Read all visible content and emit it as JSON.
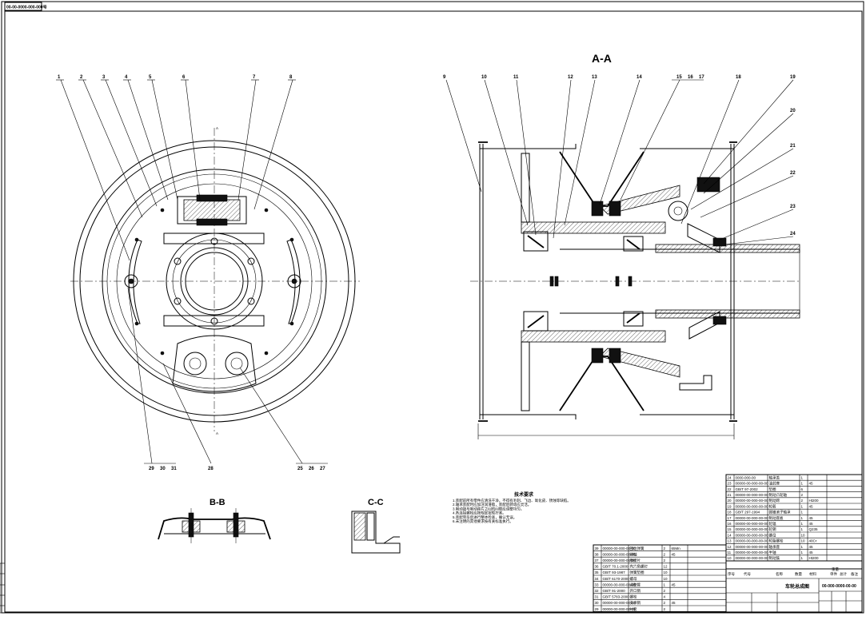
{
  "drawing": {
    "drawing_code": "00-00-0000-000-000号",
    "section_aa": "A-A",
    "section_bb": "B-B",
    "section_cc": "C-C",
    "tech_req_title": "技术要求",
    "tech_req_lines": [
      "1.装配前所有零件应清洗干净，不得有毛刺、飞边、氧化皮、锈蚀等缺陷。",
      "2.轴承装配时应加注润滑脂，装配后转动应灵活。",
      "3.制动鼓与制动蹄片之间的间隙应调整均匀。",
      "4.各连接螺栓应按规定扭矩拧紧。",
      "5.装配完毕后进行整体检查，确认无误。",
      "6.未注明的其他要求按有关标准执行。"
    ]
  },
  "front_view_labels": [
    "1",
    "2",
    "3",
    "4",
    "5",
    "6",
    "7",
    "8"
  ],
  "front_view_bottom_labels": [
    "29",
    "30",
    "31",
    "28",
    "25",
    "26",
    "27"
  ],
  "section_labels_top": [
    "9",
    "10",
    "11",
    "12",
    "13",
    "14",
    "15",
    "16",
    "17",
    "18",
    "19"
  ],
  "section_labels_right": [
    "20",
    "21",
    "22",
    "23",
    "24"
  ],
  "title_block": {
    "header": [
      "序号",
      "代号",
      "名称",
      "数量",
      "材料",
      "单件",
      "总计",
      "备注"
    ],
    "mass_header": "重量",
    "assembly_name": "车轮总成图",
    "drawing_number": "00-000-0000-00-00"
  },
  "bom_right": [
    {
      "no": "24",
      "code": "0000-000-00",
      "name": "轴承盖",
      "qty": "1",
      "mat": ""
    },
    {
      "no": "23",
      "code": "00000-00-000-00-00",
      "name": "油封座",
      "qty": "1",
      "mat": "45"
    },
    {
      "no": "22",
      "code": "GB/T 97-2002",
      "name": "垫圈",
      "qty": "6",
      "mat": ""
    },
    {
      "no": "21",
      "code": "00000-00-000-00-00",
      "name": "制动凸轮轴",
      "qty": "2",
      "mat": ""
    },
    {
      "no": "20",
      "code": "00000-00-000-00-00",
      "name": "制动蹄",
      "qty": "2",
      "mat": "Ht200"
    },
    {
      "no": "19",
      "code": "00000-00-000-00-00",
      "name": "轮毂",
      "qty": "1",
      "mat": "45"
    },
    {
      "no": "18",
      "code": "GB/T 297-1994",
      "name": "圆锥滚子轴承",
      "qty": "1",
      "mat": ""
    },
    {
      "no": "17",
      "code": "00000-00-000-00-00",
      "name": "制动底板",
      "qty": "1",
      "mat": "45"
    },
    {
      "no": "16",
      "code": "00000-00-000-00-00",
      "name": "轮辐",
      "qty": "1",
      "mat": "45"
    },
    {
      "no": "15",
      "code": "00000-00-000-00-00",
      "name": "轮辋",
      "qty": "1",
      "mat": "Q235"
    },
    {
      "no": "14",
      "code": "00000-00-000-00-00",
      "name": "螺母",
      "qty": "10",
      "mat": ""
    },
    {
      "no": "13",
      "code": "00000-00-000-00-00",
      "name": "轮胎螺栓",
      "qty": "10",
      "mat": "40Cr"
    },
    {
      "no": "12",
      "code": "00000-00-000-00-00",
      "name": "轴承座",
      "qty": "1",
      "mat": "45"
    },
    {
      "no": "11",
      "code": "00000-00-000-00-00",
      "name": "半轴",
      "qty": "1",
      "mat": "45"
    },
    {
      "no": "10",
      "code": "00000-00-000-00-00",
      "name": "制动鼓",
      "qty": "1",
      "mat": "Ht200"
    }
  ],
  "bom_left": [
    {
      "no": "39",
      "code": "00000-00-000-00-00",
      "name": "回位弹簧",
      "qty": "2",
      "mat": "65Mn"
    },
    {
      "no": "38",
      "code": "00000-00-000-00-00",
      "name": "销轴",
      "qty": "2",
      "mat": "45"
    },
    {
      "no": "37",
      "code": "00000-00-000-00-00",
      "name": "摩擦片",
      "qty": "2",
      "mat": ""
    },
    {
      "no": "36",
      "code": "GB/T 70.1-2000",
      "name": "内六角螺钉",
      "qty": "12",
      "mat": ""
    },
    {
      "no": "35",
      "code": "GB/T 93-1987",
      "name": "弹簧垫圈",
      "qty": "10",
      "mat": ""
    },
    {
      "no": "34",
      "code": "GB/T 6170-2000",
      "name": "螺母",
      "qty": "10",
      "mat": ""
    },
    {
      "no": "33",
      "code": "00000-00-000-00-00",
      "name": "调整臂",
      "qty": "1",
      "mat": "45"
    },
    {
      "no": "32",
      "code": "GB/T 91-2000",
      "name": "开口销",
      "qty": "2",
      "mat": ""
    },
    {
      "no": "31",
      "code": "GB/T 5783-2000",
      "name": "螺栓",
      "qty": "4",
      "mat": ""
    },
    {
      "no": "30",
      "code": "00000-00-000-00-00",
      "name": "支承销",
      "qty": "2",
      "mat": "45"
    },
    {
      "no": "29",
      "code": "00000-00-000-00-00",
      "name": "衬套",
      "qty": "2",
      "mat": ""
    }
  ]
}
